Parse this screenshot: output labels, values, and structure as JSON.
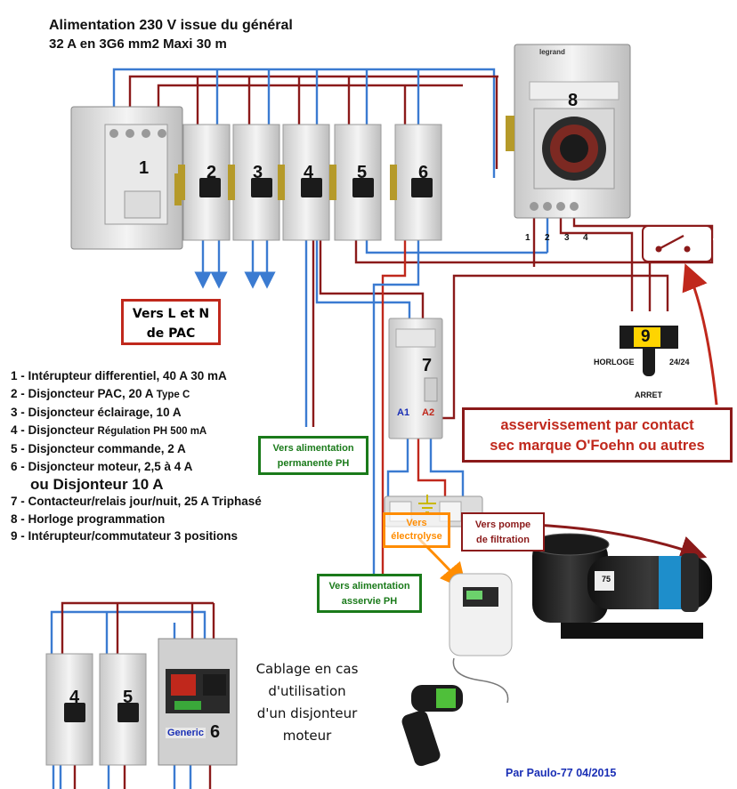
{
  "header": {
    "line1": "Alimentation 230 V  issue du général",
    "line2": "32 A en 3G6 mm2 Maxi 30 m"
  },
  "modules": [
    "1",
    "2",
    "3",
    "4",
    "5",
    "6",
    "7",
    "8",
    "9"
  ],
  "module_7_terminals": {
    "a1": "A1",
    "a2": "A2"
  },
  "timer_terminals": [
    "1",
    "2",
    "3",
    "4"
  ],
  "timer_brand": "legrand",
  "switch_labels": {
    "left": "HORLOGE",
    "right": "24/24",
    "bottom": "ARRET"
  },
  "boxes": {
    "vers_pac": {
      "line1": "Vers L et N",
      "line2": "de PAC"
    },
    "asservissement": {
      "line1": "asservissement par contact",
      "line2": "sec marque O'Foehn ou autres"
    },
    "alim_permanente": {
      "line1": "Vers alimentation",
      "line2": "permanente PH"
    },
    "alim_asservie": {
      "line1": "Vers alimentation",
      "line2": "asservie PH"
    },
    "electrolyse": {
      "line1": "Vers",
      "line2": "électrolyse"
    },
    "pompe": {
      "line1": "Vers pompe",
      "line2": "de filtration"
    }
  },
  "legend": {
    "items": [
      {
        "text": "1 - Intérupteur differentiel, 40 A 30 mA"
      },
      {
        "text": "2 - Disjoncteur PAC, 20 A ",
        "suffix": "Type C"
      },
      {
        "text": "3 - Disjoncteur éclairage, 10 A"
      },
      {
        "text": "4 - Disjoncteur ",
        "suffix": "Régulation PH 500 mA"
      },
      {
        "text": "5 - Disjoncteur commande, 2 A"
      },
      {
        "text": "6 - Disjoncteur moteur, 2,5 à 4 A"
      },
      {
        "text": "ou Disjonteur 10 A"
      },
      {
        "text": "7 - Contacteur/relais jour/nuit, 25 A Triphasé"
      },
      {
        "text": "8 - Horloge programmation"
      },
      {
        "text": "9 - Intérupteur/commutateur 3 positions"
      }
    ]
  },
  "inset": {
    "caption": [
      "Cablage en cas",
      "d'utilisation",
      "d'un disjonteur",
      "moteur"
    ],
    "breaker_labels": [
      "4",
      "5",
      "6"
    ],
    "brand": "Generic"
  },
  "pump_badge": "75",
  "credit": "Par Paulo-77  04/2015",
  "colors": {
    "phase": "#8b1a1a",
    "neutral": "#3b7bd1",
    "earth": "#c9b800",
    "box_red": "#c0281c",
    "box_green": "#1a7a1a",
    "box_orange": "#ff8c00",
    "box_darkred": "#8b1a1a",
    "credit_blue": "#1a2fb5"
  }
}
